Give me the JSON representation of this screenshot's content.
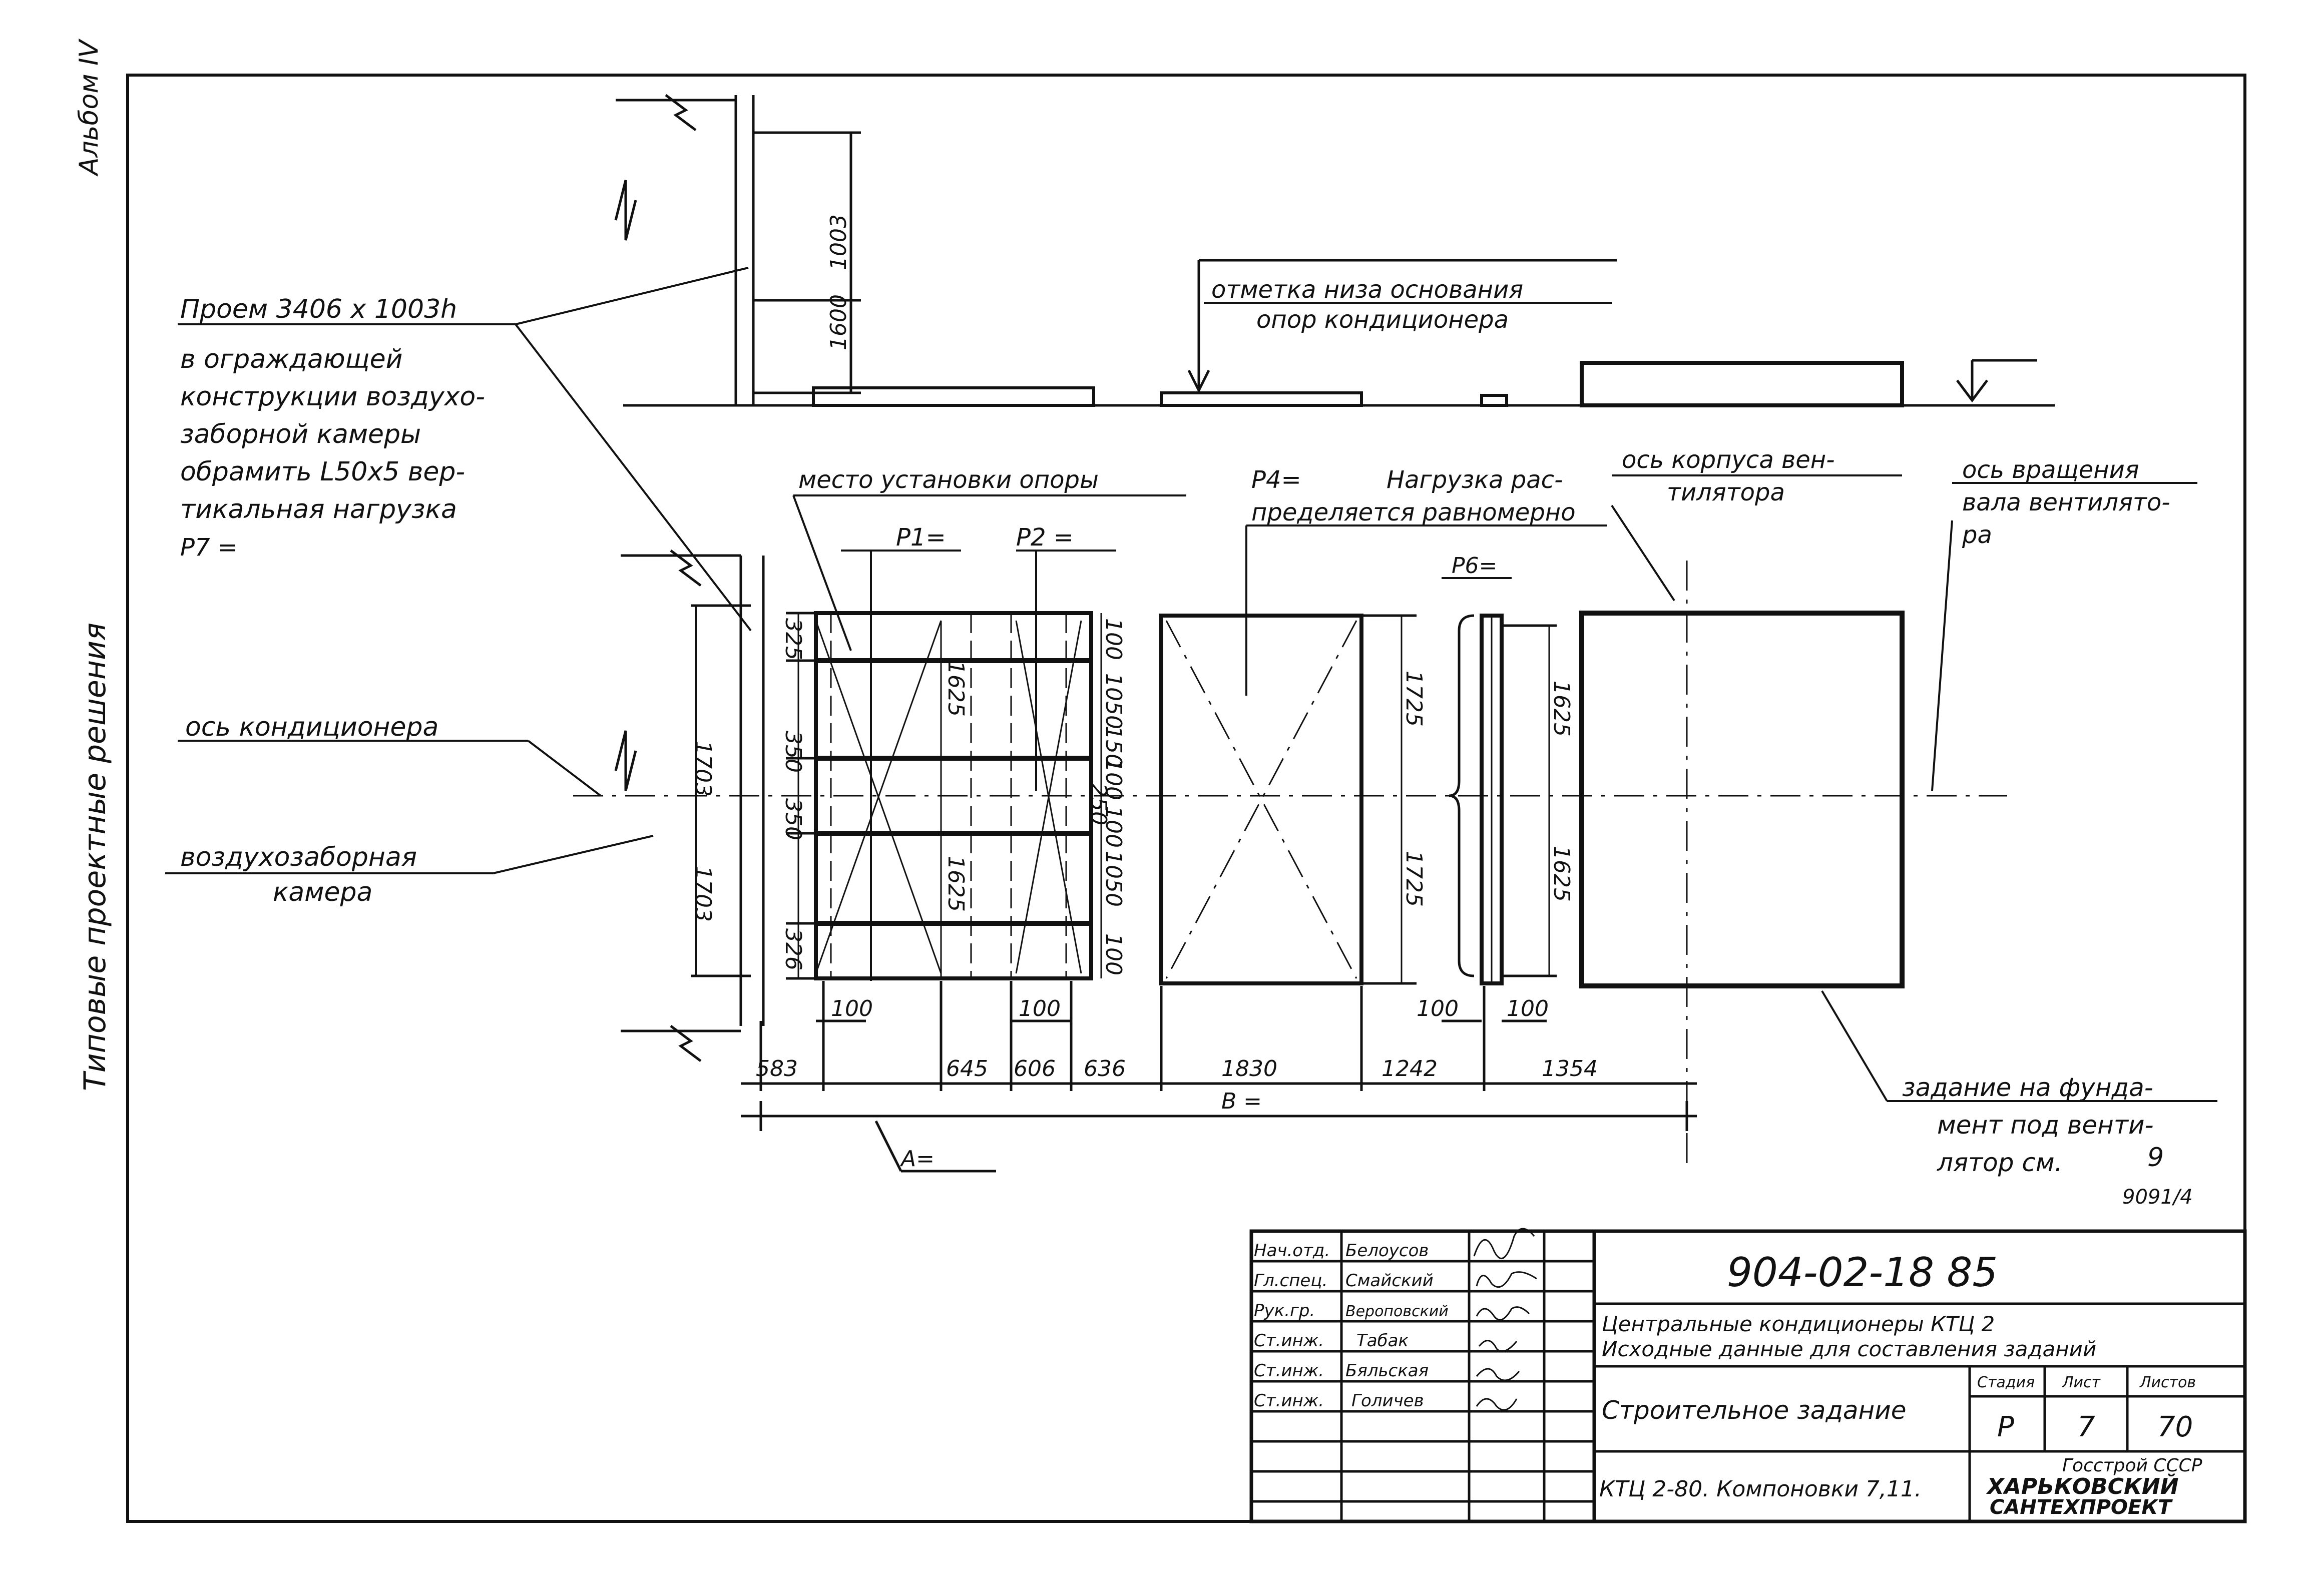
{
  "margin_left": {
    "album": "Альбом IV",
    "series": "Типовые проектные решения"
  },
  "labels": {
    "opening_line1": "Проем 3406 x 1003h",
    "opening_line2": "в ограждающей",
    "opening_line3": "конструкции воздухо-",
    "opening_line4": "заборной камеры",
    "opening_line5": "обрамить L50x5 вер-",
    "opening_line6": "тикальная нагрузка",
    "opening_line7": "P7 =",
    "base_mark_line1": "отметка низа основания",
    "base_mark_line2": "опор кондиционера",
    "support_place": "место установки опоры",
    "p1": "P1=",
    "p2": "P2 =",
    "p4": "P4=",
    "load_line1": "Нагрузка рас-",
    "load_line2": "пределяется равномерно",
    "fan_body_line1": "ось корпуса вен-",
    "fan_body_line2": "тилятора",
    "rotation_line1": "ось вращения",
    "rotation_line2": "вала вентилято-",
    "rotation_line3": "ра",
    "p6": "P6=",
    "axis_conditioner": "ось кондиционера",
    "intake_line1": "воздухозаборная",
    "intake_line2": "камера",
    "task_line1": "задание на фунда-",
    "task_line2": "мент под венти-",
    "task_line3": "лятор см.",
    "task_ref_top": "9",
    "task_ref_bottom": "9091/4",
    "a_label": "A=",
    "b_label": "B ="
  },
  "dims": {
    "v_1003": "1003",
    "v_1600": "1600",
    "v_1703_top": "1703",
    "v_1703_bot": "1703",
    "v_325": "325",
    "v_350a": "350",
    "v_350b": "350",
    "v_326": "326",
    "v_1625_a": "1625",
    "v_1625_b": "1625",
    "v_100_a": "100",
    "v_1050_a": "1050",
    "v_150_a": "150",
    "v_100_b": "100",
    "v_250": "250",
    "v_100_c": "100",
    "v_1050_b": "1050",
    "v_100_d": "100",
    "v_1725_a": "1725",
    "v_1725_b": "1725",
    "v_1625_c": "1625",
    "v_1625_d": "1625",
    "h_100_a": "100",
    "h_100_b": "100",
    "h_100_c": "100",
    "h_100_d": "100",
    "h_583": "583",
    "h_645": "645",
    "h_606": "606",
    "h_636": "636",
    "h_1830": "1830",
    "h_1242": "1242",
    "h_1354": "1354"
  },
  "title_block": {
    "signatures": [
      {
        "role": "Нач.отд.",
        "name": "Белоусов"
      },
      {
        "role": "Гл.спец.",
        "name": "Смайский"
      },
      {
        "role": "Рук.гр.",
        "name": "Вероповский"
      },
      {
        "role": "Ст.инж.",
        "name": "Табак"
      },
      {
        "role": "Ст.инж.",
        "name": "Бяльская"
      },
      {
        "role": "Ст.инж.",
        "name": "Голичев"
      }
    ],
    "doc_number": "904-02-18 85",
    "desc_line1": "Центральные кондиционеры КТЦ 2",
    "desc_line2": "Исходные данные для составления заданий",
    "sheet_title": "Строительное задание",
    "stage_header": "Стадия",
    "sheet_header": "Лист",
    "sheets_header": "Листов",
    "stage": "Р",
    "sheet": "7",
    "sheets": "70",
    "layout": "КТЦ 2-80. Компоновки 7,11.",
    "org_line1": "Госстрой СССР",
    "org_line2": "ХАРЬКОВСКИЙ",
    "org_line3": "САНТЕХПРОЕКТ"
  }
}
